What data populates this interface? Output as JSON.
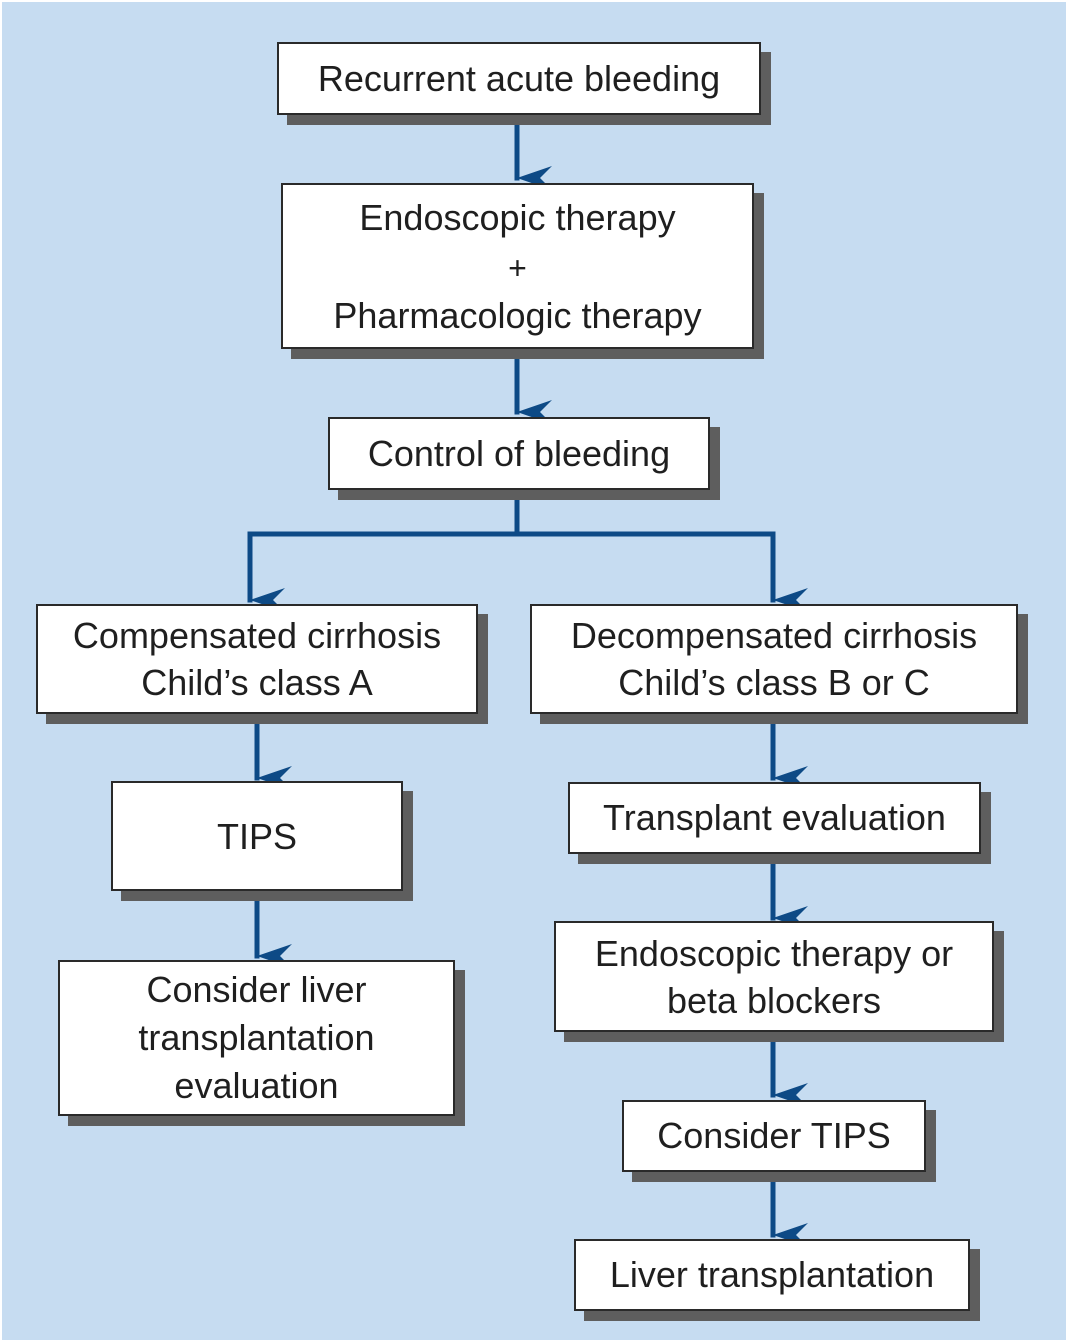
{
  "colors": {
    "background": "#c6dcf1",
    "box_fill": "#ffffff",
    "box_border": "#2a2a2a",
    "box_shadow": "#5e5e5e",
    "connector": "#0d4a86",
    "text": "#1f1f1f"
  },
  "nodes": {
    "recurrent_bleeding": {
      "lines": [
        "Recurrent acute bleeding"
      ]
    },
    "initial_therapy": {
      "lines": [
        "Endoscopic therapy",
        "+",
        "Pharmacologic therapy"
      ]
    },
    "control_bleeding": {
      "lines": [
        "Control of bleeding"
      ]
    },
    "compensated": {
      "lines": [
        "Compensated cirrhosis",
        "Child’s class A"
      ]
    },
    "decompensated": {
      "lines": [
        "Decompensated cirrhosis",
        "Child’s class B or C"
      ]
    },
    "tips": {
      "lines": [
        "TIPS"
      ]
    },
    "consider_transplant": {
      "lines": [
        "Consider liver",
        "transplantation",
        "evaluation"
      ]
    },
    "transplant_eval": {
      "lines": [
        "Transplant evaluation"
      ]
    },
    "endoscopic_or_bb": {
      "lines": [
        "Endoscopic therapy or",
        "beta blockers"
      ]
    },
    "consider_tips": {
      "lines": [
        "Consider TIPS"
      ]
    },
    "liver_transplant": {
      "lines": [
        "Liver transplantation"
      ]
    }
  }
}
